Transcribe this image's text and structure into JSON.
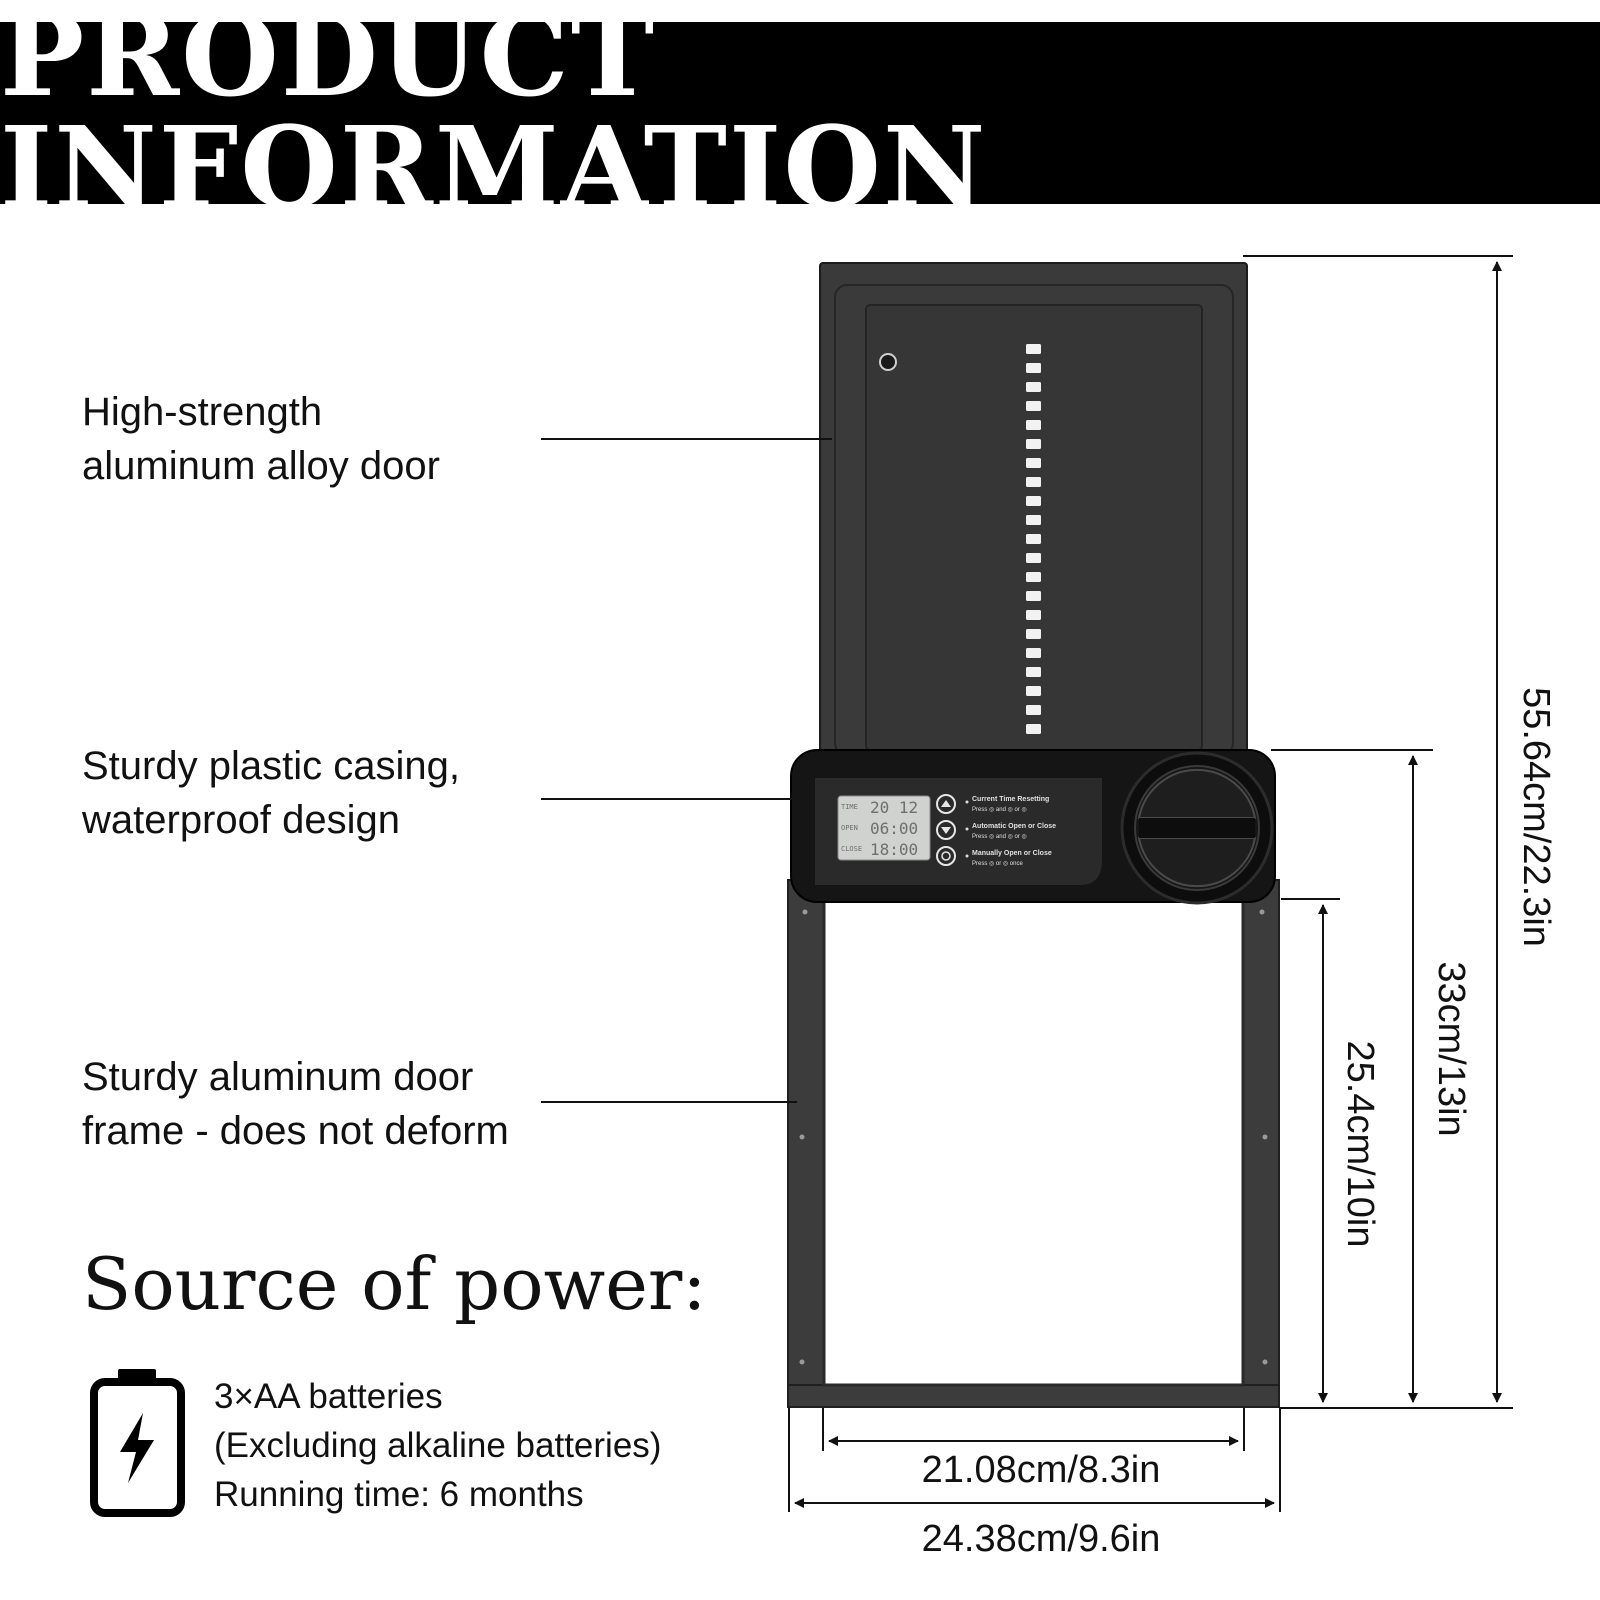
{
  "banner": {
    "title": "PRODUCT INFORMATION"
  },
  "callouts": [
    {
      "lines": [
        "High-strength",
        "aluminum alloy door"
      ]
    },
    {
      "lines": [
        "Sturdy plastic casing,",
        "waterproof design"
      ]
    },
    {
      "lines": [
        "Sturdy aluminum door",
        "frame - does not deform"
      ]
    }
  ],
  "power": {
    "title": "Source of power:",
    "lines": [
      "3×AA batteries",
      "(Excluding alkaline batteries)",
      "Running time: 6 months"
    ]
  },
  "dimensions": {
    "total_height": "55.64cm/22.3in",
    "frame_height": "33cm/13in",
    "opening_height": "25.4cm/10in",
    "opening_width": "21.08cm/8.3in",
    "total_width": "24.38cm/9.6in"
  },
  "lcd": {
    "row1_label": "TIME",
    "row1_value": "20 12",
    "row2_label": "OPEN",
    "row2_value": "06:00",
    "row3_label": "CLOSE",
    "row3_value": "18:00"
  },
  "controls": {
    "item1_title": "Current Time Resetting",
    "item1_hint": "Press ◎ and ◎ or ◎",
    "item2_title": "Automatic Open or Close",
    "item2_hint": "Press ◎ and ◎ or ◎",
    "item3_title": "Manually Open or Close",
    "item3_hint": "Press ◎ or ◎ once"
  },
  "colors": {
    "banner": "#000000",
    "door": "#3a3a3a",
    "casing": "#151515",
    "frame": "#3c3c3c"
  },
  "icons": [
    "battery-charging-icon",
    "up-arrow-icon",
    "down-arrow-icon",
    "gear-icon",
    "knob-icon"
  ]
}
